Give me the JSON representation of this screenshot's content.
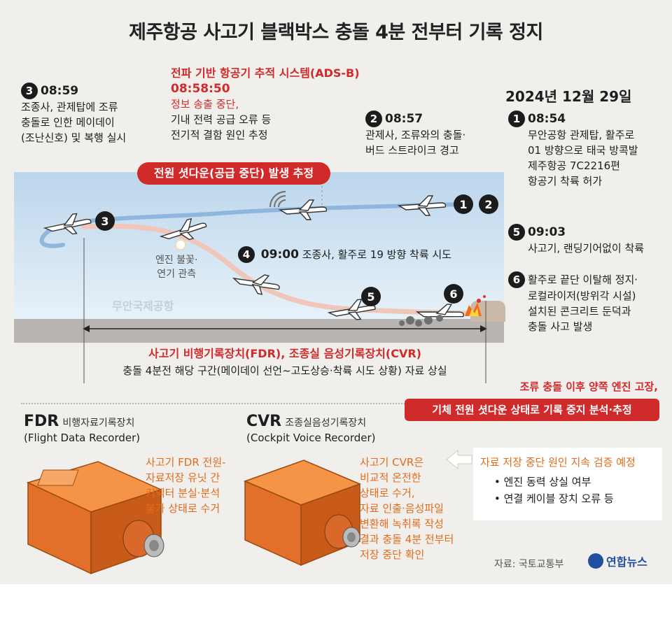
{
  "title": "제주항공 사고기 블랙박스 충돌 4분 전부터 기록 정지",
  "date": "2024년 12월 29일",
  "events": {
    "e1": {
      "badge": "1",
      "time": "08:54",
      "lines": [
        "무안공항 관제탑, 활주로",
        "01 방향으로 태국 방콕발",
        "제주항공 7C2216편",
        "항공기 착륙 허가"
      ]
    },
    "e2": {
      "badge": "2",
      "time": "08:57",
      "lines": [
        "관제사, 조류와의 충돌·",
        "버드 스트라이크 경고"
      ]
    },
    "e3": {
      "badge": "3",
      "time": "08:59",
      "lines": [
        "조종사, 관제탑에 조류",
        "충돌로 인한 메이데이",
        "(조난신호) 및 복행 실시"
      ]
    },
    "e4": {
      "badge": "4",
      "time": "09:00",
      "text": "조종사, 활주로 19 방향 착륙 시도"
    },
    "e5": {
      "badge": "5",
      "time": "09:03",
      "lines": [
        "사고기, 랜딩기어없이 착륙"
      ]
    },
    "e6": {
      "badge": "6",
      "lines": [
        "활주로 끝단 이탈해 정지·",
        "로컬라이저(방위각 시설)",
        "설치된 콘크리트 둔덕과",
        "충돌 사고 발생"
      ]
    }
  },
  "adsb": {
    "title": "전파 기반 항공기 추적 시스템(ADS-B)",
    "time": "08:58:50",
    "lines": [
      "정보 송출 중단,",
      "기내 전력 공급 오류 등",
      "전기적 결함 원인 추정"
    ]
  },
  "shutdown_label": "전원 셧다운(공급 중단) 발생 추정",
  "engine_note": [
    "엔진 불꽃·",
    "연기 관측"
  ],
  "airport_label": "무안국제공항",
  "span_note": {
    "title": "사고기 비행기록장치(FDR), 조종실 음성기록장치(CVR)",
    "text": "충돌 4분전 해당 구간(메이데이 선언~고도상승·착륙 시도 상황) 자료 상실"
  },
  "analysis": {
    "line1": "조류 충돌 이후 양쪽 엔진 고장,",
    "line2": "기체 전원 셧다운 상태로 기록 중지 분석·추정"
  },
  "fdr": {
    "abbr": "FDR",
    "name": "비행자료기록장치",
    "english": "(Flight Data Recorder)",
    "desc": [
      "사고기 FDR 전원-",
      "자료저장 유닛 간",
      "커넥터 분실·분석",
      "불가 상태로 수거"
    ]
  },
  "cvr": {
    "abbr": "CVR",
    "name": "조종실음성기록장치",
    "english": "(Cockpit Voice Recorder)",
    "desc": [
      "사고기 CVR은",
      "비교적 온전한",
      "상태로 수거,",
      "자료 인출·음성파일",
      "변환해 녹취록 작성",
      "결과 충돌 4분 전부터",
      "저장 중단 확인"
    ]
  },
  "verify": {
    "title": "자료 저장 중단 원인 지속 검증 예정",
    "items": [
      "• 엔진 동력 상실 여부",
      "• 연결 케이블 장치 오류 등"
    ]
  },
  "source": "자료: 국토교통부",
  "logo": "연합뉴스"
}
